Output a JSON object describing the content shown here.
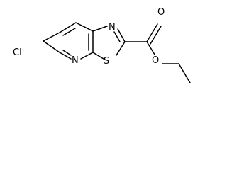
{
  "molecule": {
    "atoms": {
      "chlorine": "Cl",
      "pyridine_nitrogen": "N",
      "sulfur": "S",
      "thiazole_nitrogen": "N",
      "carbonyl_oxygen": "O",
      "ester_oxygen": "O"
    }
  },
  "colors": {
    "bond": "#000000",
    "label": "#000000",
    "background": "#ffffff"
  }
}
